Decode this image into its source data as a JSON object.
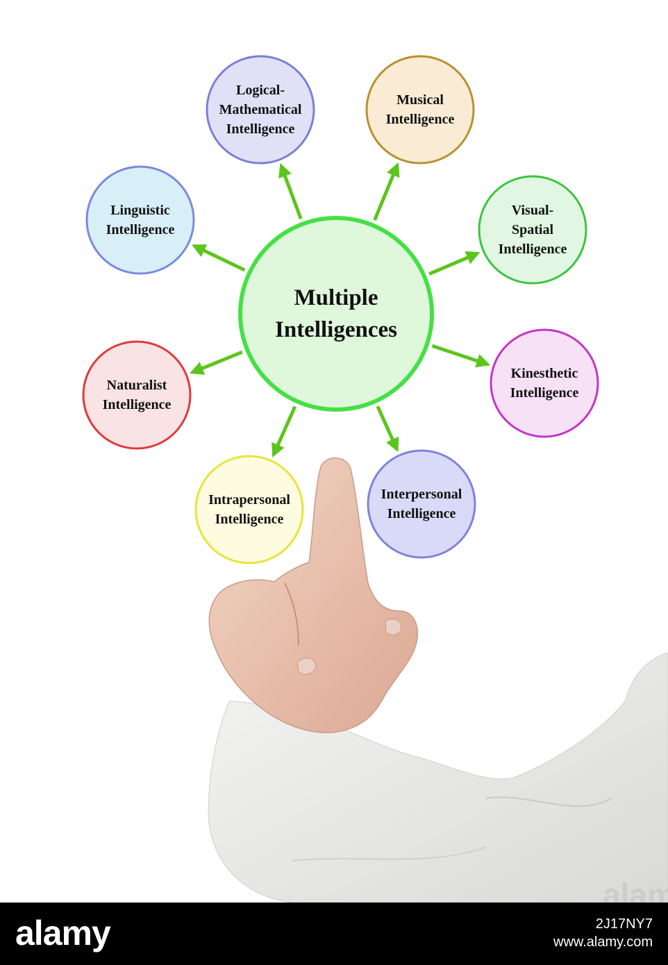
{
  "diagram": {
    "center": {
      "lines": [
        "Multiple",
        "Intelligences"
      ]
    },
    "nodes": [
      {
        "id": "logical-mathematical",
        "lines": [
          "Logical-",
          "Mathematical",
          "Intelligence"
        ],
        "fill": "#e0e1f7",
        "stroke": "#7b7fd6"
      },
      {
        "id": "musical",
        "lines": [
          "Musical",
          "Intelligence"
        ],
        "fill": "#faecd4",
        "stroke": "#b8912f"
      },
      {
        "id": "linguistic",
        "lines": [
          "Linguistic",
          "Intelligence"
        ],
        "fill": "#d8eff8",
        "stroke": "#7b88e0"
      },
      {
        "id": "visual-spatial",
        "lines": [
          "Visual-",
          "Spatial",
          "Intelligence"
        ],
        "fill": "#e2f7e3",
        "stroke": "#3cc53c"
      },
      {
        "id": "naturalist",
        "lines": [
          "Naturalist",
          "Intelligence"
        ],
        "fill": "#f9e3e5",
        "stroke": "#e03a3a"
      },
      {
        "id": "kinesthetic",
        "lines": [
          "Kinesthetic",
          "Intelligence"
        ],
        "fill": "#f7e1f6",
        "stroke": "#c235c8"
      },
      {
        "id": "intrapersonal",
        "lines": [
          "Intrapersonal",
          "Intelligence"
        ],
        "fill": "#fdfce0",
        "stroke": "#e9e33a"
      },
      {
        "id": "interpersonal",
        "lines": [
          "Interpersonal",
          "Intelligence"
        ],
        "fill": "#d9daf8",
        "stroke": "#7f82db"
      }
    ],
    "colors": {
      "center_fill": "#dff8dc",
      "center_stroke": "#46e046",
      "arrow": "#5cc51c"
    }
  },
  "footer": {
    "brand": "alamy",
    "image_id": "2J17NY7",
    "site": "www.alamy.com"
  },
  "watermark": "alam"
}
